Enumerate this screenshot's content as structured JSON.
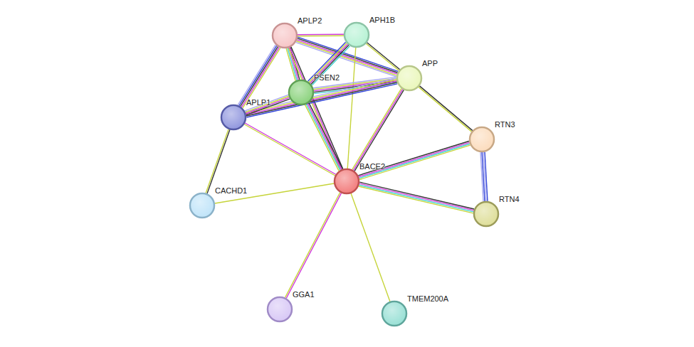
{
  "diagram": {
    "nodes": [
      {
        "text": [
          "APLP2"
        ]
      },
      {
        "text": [
          "APH1B"
        ]
      },
      {
        "text": [
          "APP"
        ]
      },
      {
        "text": [
          "PSEN2"
        ]
      },
      {
        "text": [
          "APLP1"
        ]
      },
      {
        "text": [
          "RTN3"
        ]
      },
      {
        "text": [
          "BACE2"
        ]
      },
      {
        "text": [
          "RTN4"
        ]
      },
      {
        "text": [
          "CACHD1"
        ]
      },
      {
        "text": [
          "GGA1"
        ]
      },
      {
        "text": [
          "TMEM200A"
        ]
      }
    ],
    "edges": [
      {
        "from": 0,
        "to": 1,
        "arrow": "none"
      },
      {
        "from": 0,
        "to": 2,
        "arrow": "none"
      },
      {
        "from": 0,
        "to": 3,
        "arrow": "none"
      },
      {
        "from": 0,
        "to": 4,
        "arrow": "none"
      },
      {
        "from": 0,
        "to": 6,
        "arrow": "none"
      },
      {
        "from": 1,
        "to": 2,
        "arrow": "none"
      },
      {
        "from": 1,
        "to": 3,
        "arrow": "none"
      },
      {
        "from": 1,
        "to": 6,
        "arrow": "none"
      },
      {
        "from": 2,
        "to": 3,
        "arrow": "none"
      },
      {
        "from": 2,
        "to": 4,
        "arrow": "none"
      },
      {
        "from": 2,
        "to": 6,
        "arrow": "none"
      },
      {
        "from": 2,
        "to": 5,
        "arrow": "none"
      },
      {
        "from": 3,
        "to": 4,
        "arrow": "none"
      },
      {
        "from": 3,
        "to": 6,
        "arrow": "none"
      },
      {
        "from": 4,
        "to": 6,
        "arrow": "none"
      },
      {
        "from": 4,
        "to": 8,
        "arrow": "none"
      },
      {
        "from": 6,
        "to": 5,
        "arrow": "none"
      },
      {
        "from": 6,
        "to": 7,
        "arrow": "none"
      },
      {
        "from": 5,
        "to": 7,
        "arrow": "none"
      },
      {
        "from": 6,
        "to": 8,
        "arrow": "none"
      },
      {
        "from": 6,
        "to": 9,
        "arrow": "none"
      },
      {
        "from": 6,
        "to": 10,
        "arrow": "none"
      }
    ]
  }
}
